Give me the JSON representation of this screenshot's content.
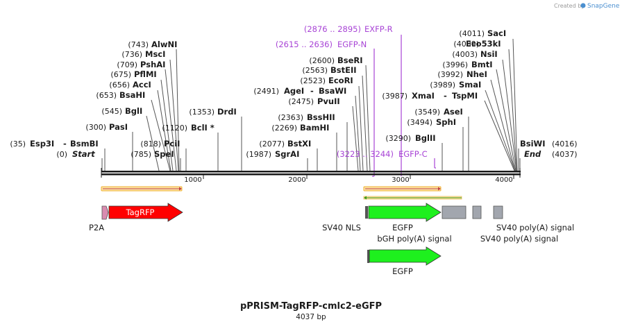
{
  "credit": {
    "text": "Created by",
    "brand": "SnapGene"
  },
  "plasmid": {
    "name": "pPRISM-TagRFP-cmlc2-eGFP",
    "length": "4037 bp"
  },
  "ruler": {
    "ticks": [
      "1000",
      "2000",
      "3000",
      "4000"
    ]
  },
  "sites": [
    {
      "pos": "(743)",
      "name": "AlwNI"
    },
    {
      "pos": "(736)",
      "name": "MscI"
    },
    {
      "pos": "(709)",
      "name": "PshAI"
    },
    {
      "pos": "(675)",
      "name": "PflMI"
    },
    {
      "pos": "(656)",
      "name": "AccI"
    },
    {
      "pos": "(653)",
      "name": "BsaHI"
    },
    {
      "pos": "(545)",
      "name": "BglI"
    },
    {
      "pos": "(300)",
      "name": "PasI"
    },
    {
      "pos": "(1353)",
      "name": "DrdI"
    },
    {
      "pos": "(1120)",
      "name": "BclI *"
    },
    {
      "pos": "(818)",
      "name": "PciI"
    },
    {
      "pos": "(785)",
      "name": "SpeI"
    },
    {
      "pos": "(35)",
      "name": "Esp3I",
      "name2": "BsmBI"
    },
    {
      "pos": "(0)",
      "name": "Start",
      "italic": true
    },
    {
      "pos": "(2600)",
      "name": "BseRI"
    },
    {
      "pos": "(2563)",
      "name": "BstEII"
    },
    {
      "pos": "(2523)",
      "name": "EcoRI"
    },
    {
      "pos": "(2491)",
      "name": "AgeI",
      "name2": "BsaWI"
    },
    {
      "pos": "(2475)",
      "name": "PvuII"
    },
    {
      "pos": "(2363)",
      "name": "BssHII"
    },
    {
      "pos": "(2269)",
      "name": "BamHI"
    },
    {
      "pos": "(2077)",
      "name": "BstXI"
    },
    {
      "pos": "(1987)",
      "name": "SgrAI"
    },
    {
      "pos": "(3987)",
      "name": "XmaI",
      "name2": "TspMI"
    },
    {
      "pos": "(3549)",
      "name": "AseI"
    },
    {
      "pos": "(3494)",
      "name": "SphI"
    },
    {
      "pos": "(3290)",
      "name": "BglII"
    },
    {
      "pos": "(4011)",
      "name": "SacI"
    },
    {
      "pos": "(4009)",
      "name": "Eco53kI"
    },
    {
      "pos": "(4003)",
      "name": "NsiI"
    },
    {
      "pos": "(3996)",
      "name": "BmtI"
    },
    {
      "pos": "(3992)",
      "name": "NheI"
    },
    {
      "pos": "(3989)",
      "name": "SmaI"
    },
    {
      "pos": "(4016)",
      "name": "BsiWI"
    },
    {
      "pos": "(4037)",
      "name": "End",
      "italic": true
    }
  ],
  "primers": [
    {
      "pos": "(2876 .. 2895)",
      "name": "EXFP-R"
    },
    {
      "pos": "(2615 .. 2636)",
      "name": "EGFP-N"
    },
    {
      "pos": "(3223 .. 3244)",
      "name": "EGFP-C"
    }
  ],
  "features": {
    "p2a": "P2A",
    "tagrfp": "TagRFP",
    "sv40_nls": "SV40 NLS",
    "egfp_1": "EGFP",
    "bgh_polya": "bGH poly(A) signal",
    "sv40_polya_1": "SV40 poly(A) signal",
    "sv40_polya_2": "SV40 poly(A) signal",
    "egfp_2": "EGFP"
  },
  "colors": {
    "tagrfp": "#ff0000",
    "egfp": "#1ef01e",
    "p2a": "#d98bb0",
    "polya": "#a2a6ae",
    "primer": "#a844d6",
    "orf_fill": "#fde3a6",
    "orf_border": "#f0b030",
    "orf_reverse_arrow": "#3a9a1a"
  }
}
